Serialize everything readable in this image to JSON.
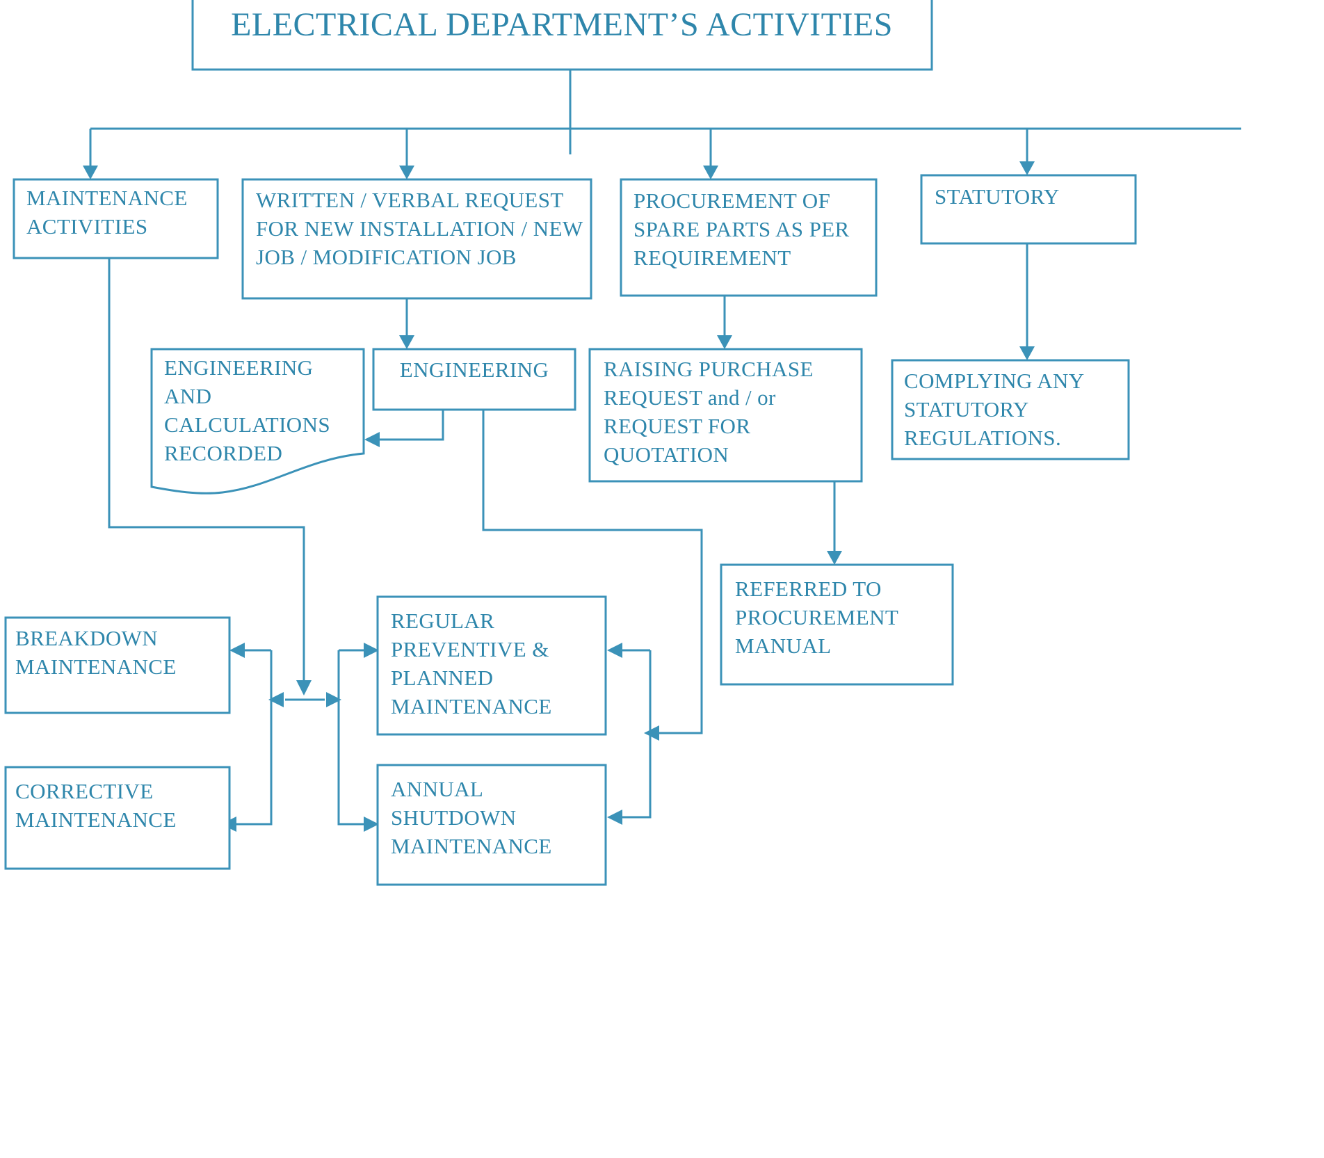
{
  "diagram": {
    "title": "ELECTRICAL DEPARTMENT’S ACTIVITIES",
    "accent_color": "#2e86ab",
    "line_color": "#3b92b8",
    "background_color": "#ffffff",
    "type": "flowchart",
    "nodes": {
      "root": {
        "label": "ELECTRICAL DEPARTMENT’S ACTIVITIES"
      },
      "maintenance_activities": {
        "lines": [
          "MAINTENANCE",
          "ACTIVITIES"
        ]
      },
      "written_verbal_request": {
        "lines": [
          "WRITTEN / VERBAL REQUEST",
          "FOR NEW INSTALLATION  / NEW",
          "JOB / MODIFICATION  JOB"
        ]
      },
      "procurement_spare_parts": {
        "lines": [
          "PROCUREMENT OF",
          "SPARE PARTS AS PER",
          "REQUIREMENT"
        ]
      },
      "statutory": {
        "lines": [
          "STATUTORY"
        ]
      },
      "engineering_calculations": {
        "lines": [
          "ENGINEERING",
          "AND",
          "CALCULATIONS",
          "RECORDED"
        ]
      },
      "engineering": {
        "lines": [
          "ENGINEERING"
        ]
      },
      "raising_purchase_request": {
        "lines": [
          "RAISING PURCHASE",
          "REQUEST and / or",
          "REQUEST FOR",
          "QUOTATION"
        ]
      },
      "complying_statutory": {
        "lines": [
          "COMPLYING ANY",
          "STATUTORY",
          "REGULATIONS."
        ]
      },
      "referred_procurement_manual": {
        "lines": [
          "REFERRED TO",
          "PROCUREMENT",
          "MANUAL"
        ]
      },
      "breakdown_maintenance": {
        "lines": [
          "BREAKDOWN",
          "MAINTENANCE"
        ]
      },
      "corrective_maintenance": {
        "lines": [
          "CORRECTIVE",
          "MAINTENANCE"
        ]
      },
      "regular_preventive_planned": {
        "lines": [
          "REGULAR",
          "PREVENTIVE &",
          "PLANNED",
          "MAINTENANCE"
        ]
      },
      "annual_shutdown": {
        "lines": [
          "ANNUAL",
          "SHUTDOWN",
          "MAINTENANCE"
        ]
      }
    }
  }
}
